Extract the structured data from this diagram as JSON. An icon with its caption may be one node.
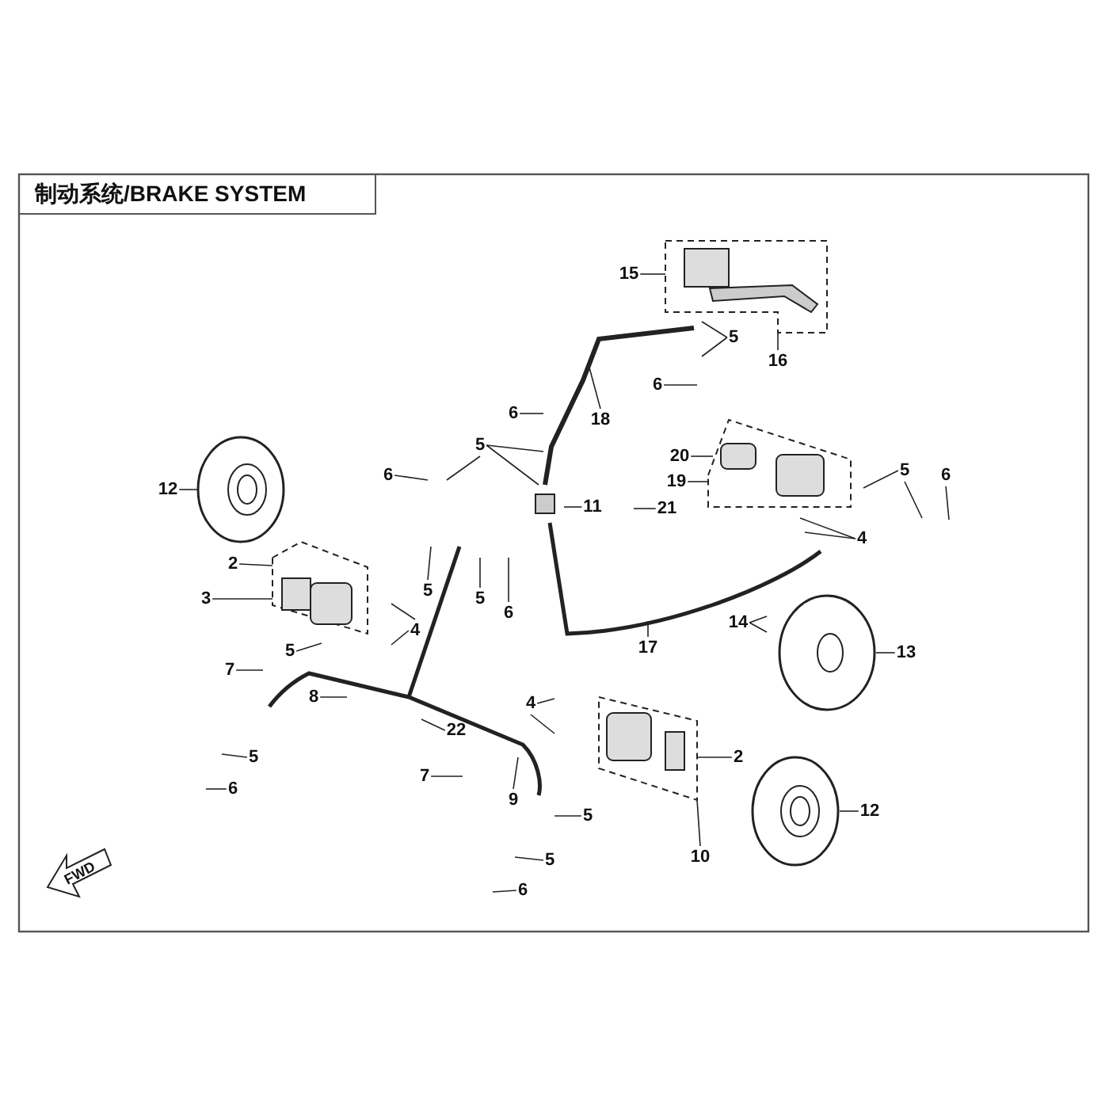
{
  "diagram": {
    "title": "制动系统/BRAKE SYSTEM",
    "nodes": [
      {
        "text": [
          "15"
        ]
      },
      {
        "text": [
          "16"
        ]
      },
      {
        "text": [
          "5"
        ]
      },
      {
        "text": [
          "6"
        ]
      },
      {
        "text": [
          "18"
        ]
      },
      {
        "text": [
          "6"
        ]
      },
      {
        "text": [
          "5"
        ]
      },
      {
        "text": [
          "6"
        ]
      },
      {
        "text": [
          "12"
        ]
      },
      {
        "text": [
          "20"
        ]
      },
      {
        "text": [
          "19"
        ]
      },
      {
        "text": [
          "5"
        ]
      },
      {
        "text": [
          "6"
        ]
      },
      {
        "text": [
          "11"
        ]
      },
      {
        "text": [
          "21"
        ]
      },
      {
        "text": [
          "4"
        ]
      },
      {
        "text": [
          "2"
        ]
      },
      {
        "text": [
          "3"
        ]
      },
      {
        "text": [
          "4"
        ]
      },
      {
        "text": [
          "5"
        ]
      },
      {
        "text": [
          "5"
        ]
      },
      {
        "text": [
          "6"
        ]
      },
      {
        "text": [
          "17"
        ]
      },
      {
        "text": [
          "14"
        ]
      },
      {
        "text": [
          "13"
        ]
      },
      {
        "text": [
          "5"
        ]
      },
      {
        "text": [
          "7"
        ]
      },
      {
        "text": [
          "8"
        ]
      },
      {
        "text": [
          "22"
        ]
      },
      {
        "text": [
          "4"
        ]
      },
      {
        "text": [
          "2"
        ]
      },
      {
        "text": [
          "7"
        ]
      },
      {
        "text": [
          "5"
        ]
      },
      {
        "text": [
          "6"
        ]
      },
      {
        "text": [
          "9"
        ]
      },
      {
        "text": [
          "5"
        ]
      },
      {
        "text": [
          "12"
        ]
      },
      {
        "text": [
          "10"
        ]
      },
      {
        "text": [
          "5"
        ]
      },
      {
        "text": [
          "6"
        ]
      }
    ],
    "edges": [
      {
        "from": 0,
        "to": null,
        "arrow": "none"
      },
      {
        "from": 1,
        "to": null,
        "arrow": "none"
      },
      {
        "from": 2,
        "to": null,
        "arrow": "none"
      },
      {
        "from": 2,
        "to": null,
        "arrow": "none"
      },
      {
        "from": 3,
        "to": null,
        "arrow": "none"
      },
      {
        "from": 4,
        "to": null,
        "arrow": "none"
      },
      {
        "from": 5,
        "to": null,
        "arrow": "none"
      },
      {
        "from": 6,
        "to": null,
        "arrow": "none"
      },
      {
        "from": 6,
        "to": null,
        "arrow": "none"
      },
      {
        "from": 6,
        "to": null,
        "arrow": "none"
      },
      {
        "from": 7,
        "to": null,
        "arrow": "none"
      },
      {
        "from": 8,
        "to": null,
        "arrow": "none"
      },
      {
        "from": 9,
        "to": null,
        "arrow": "none"
      },
      {
        "from": 10,
        "to": null,
        "arrow": "none"
      },
      {
        "from": 11,
        "to": null,
        "arrow": "none"
      },
      {
        "from": 11,
        "to": null,
        "arrow": "none"
      },
      {
        "from": 12,
        "to": null,
        "arrow": "none"
      },
      {
        "from": 13,
        "to": null,
        "arrow": "none"
      },
      {
        "from": 14,
        "to": null,
        "arrow": "none"
      },
      {
        "from": 15,
        "to": null,
        "arrow": "none"
      },
      {
        "from": 15,
        "to": null,
        "arrow": "none"
      },
      {
        "from": 16,
        "to": null,
        "arrow": "none"
      },
      {
        "from": 17,
        "to": null,
        "arrow": "none"
      },
      {
        "from": 18,
        "to": null,
        "arrow": "none"
      },
      {
        "from": 18,
        "to": null,
        "arrow": "none"
      },
      {
        "from": 19,
        "to": null,
        "arrow": "none"
      },
      {
        "from": 20,
        "to": null,
        "arrow": "none"
      },
      {
        "from": 21,
        "to": null,
        "arrow": "none"
      },
      {
        "from": 22,
        "to": null,
        "arrow": "none"
      },
      {
        "from": 23,
        "to": null,
        "arrow": "none"
      },
      {
        "from": 23,
        "to": null,
        "arrow": "none"
      },
      {
        "from": 24,
        "to": null,
        "arrow": "none"
      },
      {
        "from": 25,
        "to": null,
        "arrow": "none"
      },
      {
        "from": 26,
        "to": null,
        "arrow": "none"
      },
      {
        "from": 27,
        "to": null,
        "arrow": "none"
      },
      {
        "from": 28,
        "to": null,
        "arrow": "none"
      },
      {
        "from": 29,
        "to": null,
        "arrow": "none"
      },
      {
        "from": 29,
        "to": null,
        "arrow": "none"
      },
      {
        "from": 30,
        "to": null,
        "arrow": "none"
      },
      {
        "from": 31,
        "to": null,
        "arrow": "none"
      },
      {
        "from": 32,
        "to": null,
        "arrow": "none"
      },
      {
        "from": 33,
        "to": null,
        "arrow": "none"
      },
      {
        "from": 34,
        "to": null,
        "arrow": "none"
      },
      {
        "from": 35,
        "to": null,
        "arrow": "none"
      },
      {
        "from": 36,
        "to": null,
        "arrow": "none"
      },
      {
        "from": 37,
        "to": null,
        "arrow": "none"
      },
      {
        "from": 38,
        "to": null,
        "arrow": "none"
      },
      {
        "from": 39,
        "to": null,
        "arrow": "none"
      }
    ],
    "labels": [
      "FWD"
    ]
  }
}
